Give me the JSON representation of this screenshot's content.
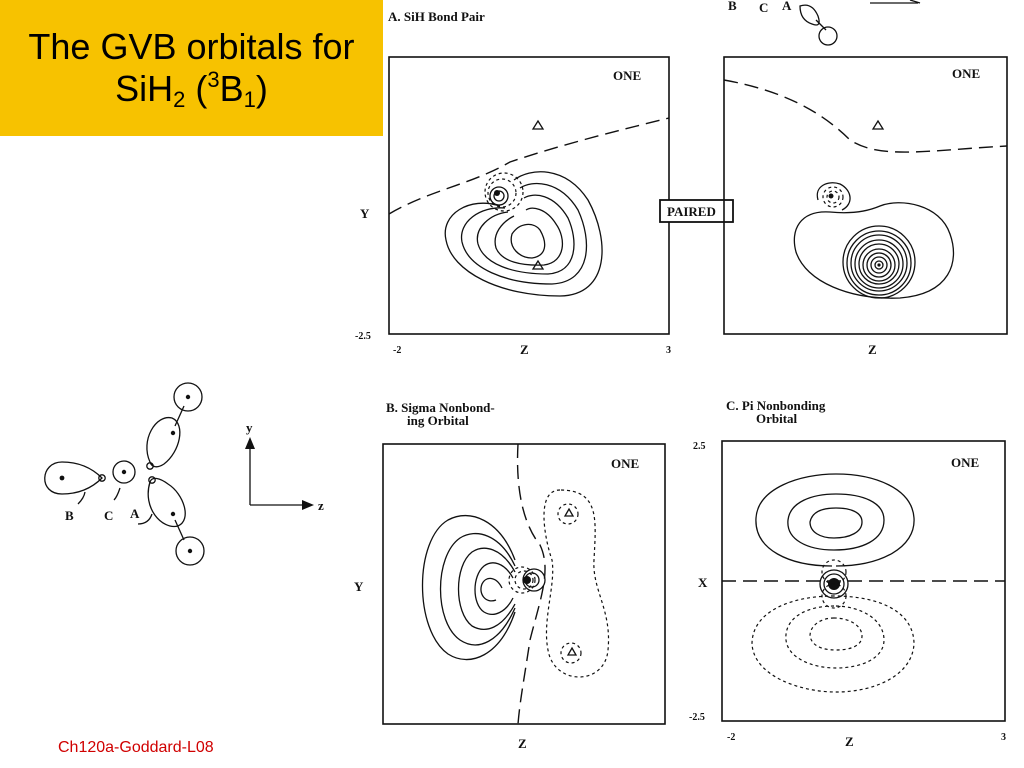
{
  "slide": {
    "title_line1": "The GVB orbitals for",
    "title_line2_prefix": "SiH",
    "title_sub1": "2",
    "title_open": " (",
    "title_sup": "3",
    "title_b": "B",
    "title_sub2": "1",
    "title_close": ")",
    "footer": "Ch120a-Goddard-L08"
  },
  "colors": {
    "title_bg": "#f7c200",
    "footer_text": "#d00000"
  },
  "panel_a": {
    "heading": "A.  SiH Bond Pair",
    "left_tag": "ONE",
    "right_tag": "ONE",
    "paired_label": "PAIRED",
    "y_axis": "Y",
    "y_tick": "-2.5",
    "x_tick_left": "-2",
    "x_tick_right": "3",
    "z_axis_left": "Z",
    "z_axis_right": "Z",
    "mini_labels": {
      "b": "B",
      "c": "C",
      "a": "A"
    }
  },
  "panel_b": {
    "heading_line1": "B.  Sigma Nonbond-",
    "heading_line2": "ing Orbital",
    "tag": "ONE",
    "y_axis": "Y",
    "z_axis": "Z"
  },
  "panel_c": {
    "heading_line1": "C.  Pi Nonbonding",
    "heading_line2": "Orbital",
    "tag": "ONE",
    "x_axis": "X",
    "y_tick_top": "2.5",
    "y_tick_bottom": "-2.5",
    "x_tick_left": "-2",
    "x_tick_right": "3",
    "z_axis": "Z"
  },
  "schematic": {
    "label_b": "B",
    "label_c": "C",
    "label_a": "A",
    "axis_y": "y",
    "axis_z": "z"
  }
}
